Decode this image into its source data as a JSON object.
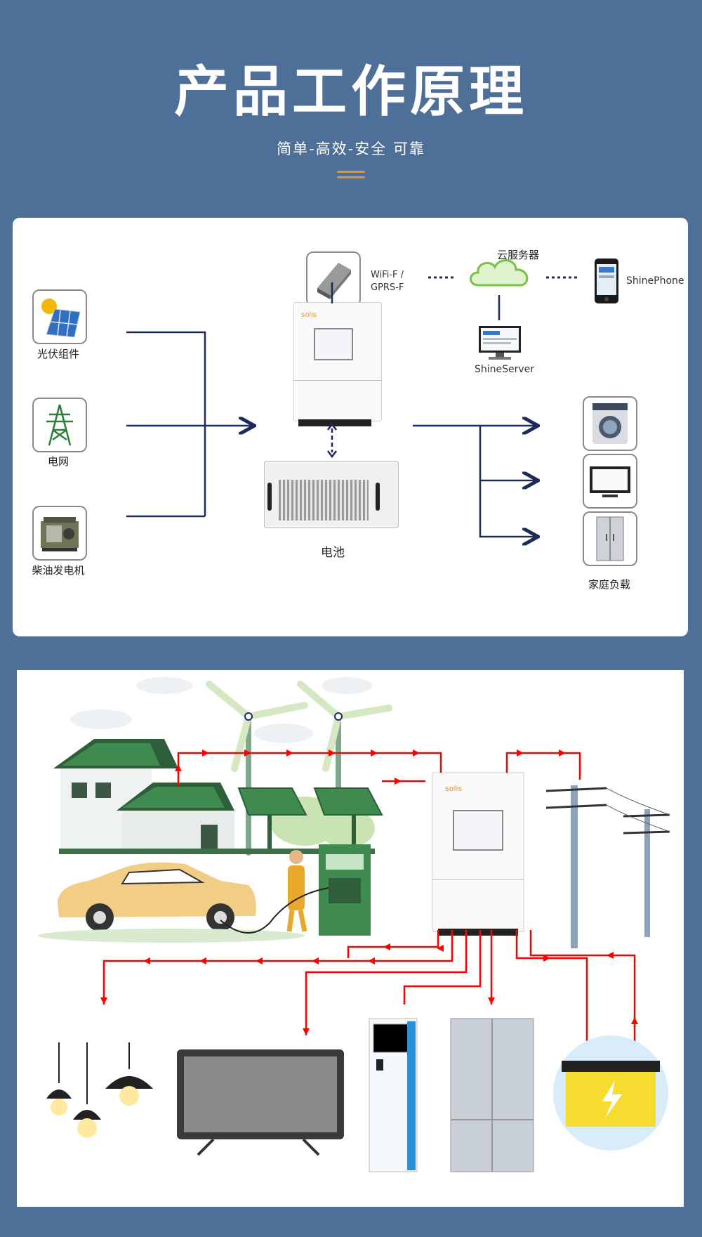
{
  "header": {
    "title": "产品工作原理",
    "subtitle": "简单-高效-安全 可靠"
  },
  "diagram1": {
    "sources": [
      {
        "label": "光伏组件",
        "icon": "solar-panel-icon"
      },
      {
        "label": "电网",
        "icon": "power-tower-icon"
      },
      {
        "label": "柴油发电机",
        "icon": "diesel-generator-icon"
      }
    ],
    "wifi_label_1": "WiFi-F /",
    "wifi_label_2": "GPRS-F",
    "cloud_label": "云服务器",
    "server_label": "ShineServer",
    "phone_label": "ShinePhone",
    "battery_label": "电池",
    "loads_label": "家庭负载",
    "inverter_brand": "solis",
    "colors": {
      "line": "#1d2a5a",
      "accent": "#e8922f"
    }
  },
  "diagram2": {
    "inverter_brand": "solis",
    "arrow_color": "#ff0000"
  }
}
